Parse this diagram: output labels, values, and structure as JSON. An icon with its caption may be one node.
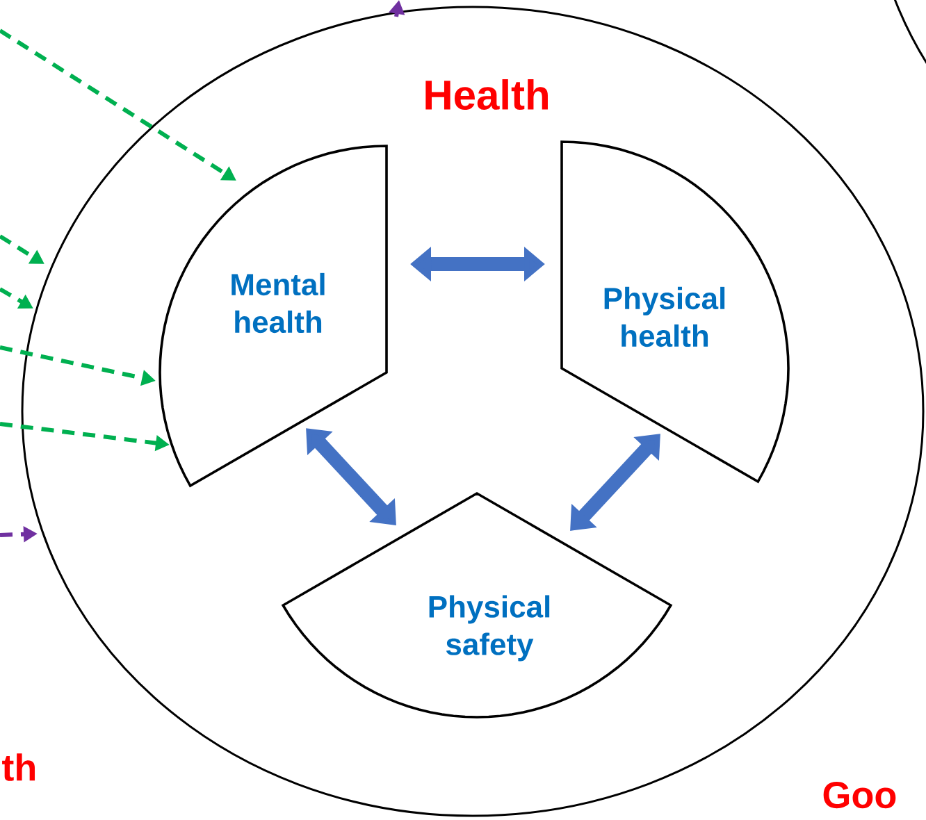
{
  "diagram": {
    "nodes": [
      {
        "text": [
          "Health"
        ]
      },
      {
        "text": [
          "Mental health"
        ],
        "in": 0
      },
      {
        "text": [
          "Physical health"
        ],
        "in": 0
      },
      {
        "text": [
          "Physical safety"
        ],
        "in": 0
      },
      {
        "text": [],
        "shape": "circle"
      }
    ],
    "edges": [
      {
        "from": null,
        "to": 1,
        "arrow": "to",
        "style": "dashed",
        "color": "#00b050"
      },
      {
        "from": null,
        "to": 0,
        "arrow": "to",
        "style": "dashed",
        "color": "#00b050"
      },
      {
        "from": null,
        "to": 0,
        "arrow": "to",
        "style": "dashed",
        "color": "#00b050"
      },
      {
        "from": null,
        "to": 1,
        "arrow": "to",
        "style": "dashed",
        "color": "#00b050"
      },
      {
        "from": null,
        "to": 1,
        "arrow": "to",
        "style": "dashed",
        "color": "#00b050"
      },
      {
        "from": null,
        "to": 0,
        "arrow": "to",
        "style": "dashed",
        "color": "#7030a0"
      },
      {
        "from": 0,
        "to": null,
        "arrow": "to",
        "style": "dashed",
        "color": "#7030a0"
      },
      {
        "from": 1,
        "to": 2,
        "arrow": "both",
        "style": "thick",
        "color": "#4472c4"
      },
      {
        "from": 1,
        "to": 3,
        "arrow": "both",
        "style": "thick",
        "color": "#4472c4"
      },
      {
        "from": 2,
        "to": 3,
        "arrow": "both",
        "style": "thick",
        "color": "#4472c4"
      }
    ],
    "labels": [
      "th",
      "Goo"
    ]
  }
}
